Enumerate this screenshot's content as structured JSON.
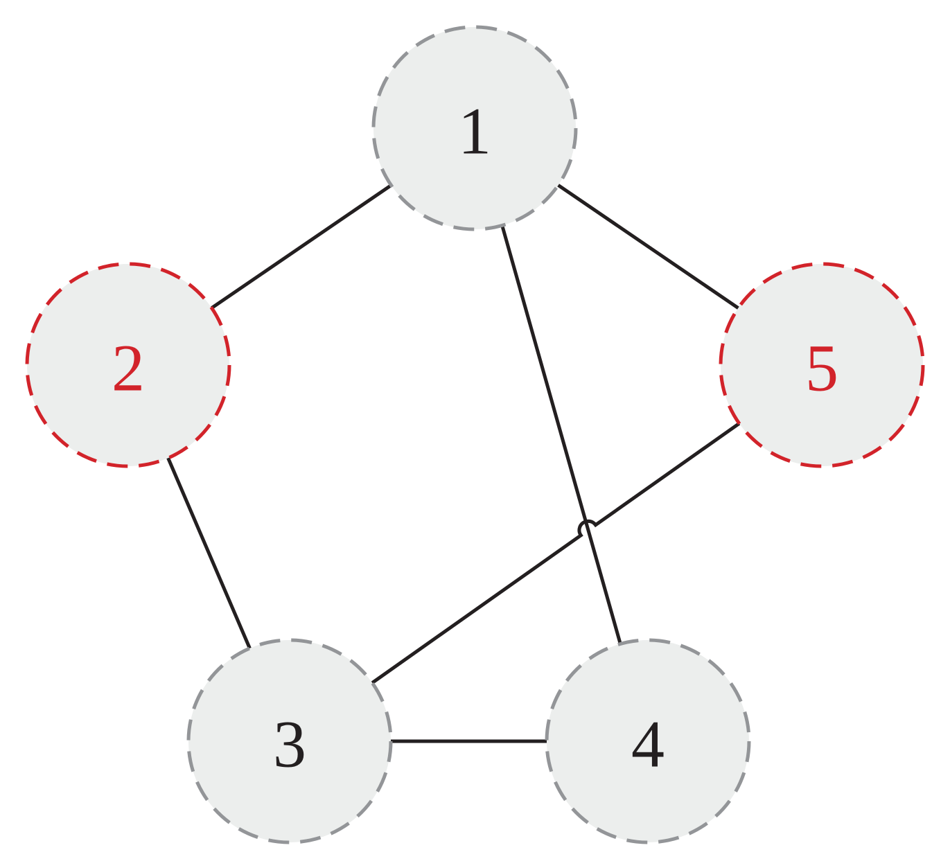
{
  "graph": {
    "nodes": [
      {
        "id": "1",
        "label": "1",
        "highlighted": false
      },
      {
        "id": "2",
        "label": "2",
        "highlighted": true
      },
      {
        "id": "3",
        "label": "3",
        "highlighted": false
      },
      {
        "id": "4",
        "label": "4",
        "highlighted": false
      },
      {
        "id": "5",
        "label": "5",
        "highlighted": true
      }
    ],
    "edges": [
      {
        "from": "1",
        "to": "2"
      },
      {
        "from": "1",
        "to": "5"
      },
      {
        "from": "1",
        "to": "4"
      },
      {
        "from": "2",
        "to": "3"
      },
      {
        "from": "3",
        "to": "4"
      },
      {
        "from": "3",
        "to": "5",
        "crossing_hop": true
      }
    ]
  },
  "colors": {
    "node_fill": "#eceeed",
    "default_border": "#939598",
    "default_text": "#231f20",
    "highlight_border": "#d2232a",
    "highlight_text": "#d2232a",
    "edge": "#231f20"
  }
}
